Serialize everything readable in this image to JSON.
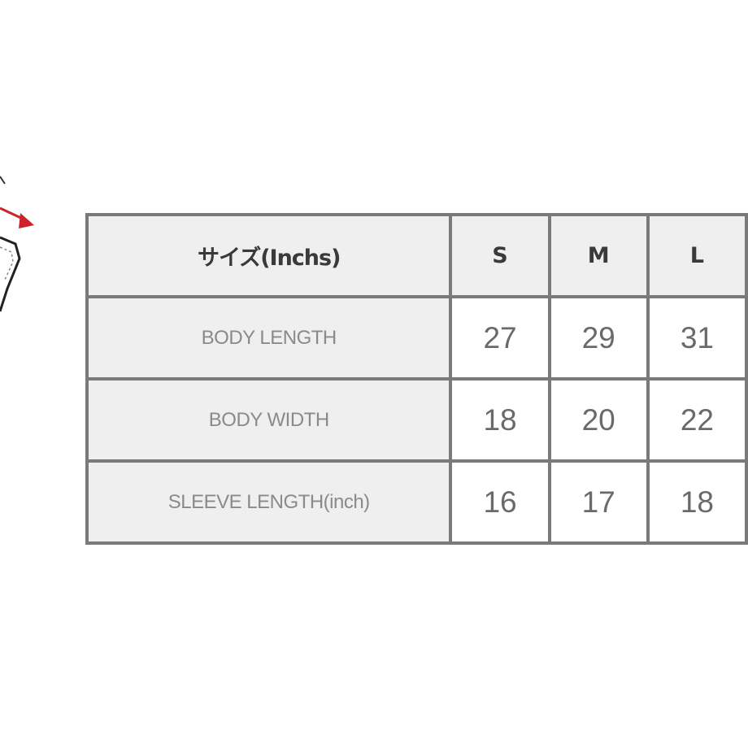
{
  "table": {
    "header": {
      "label": "サイズ(Inchs)",
      "sizes": [
        "S",
        "M",
        "L"
      ]
    },
    "rows": [
      {
        "label": "BODY LENGTH",
        "values": [
          "27",
          "29",
          "31"
        ]
      },
      {
        "label": "BODY WIDTH",
        "values": [
          "18",
          "20",
          "22"
        ]
      },
      {
        "label": "SLEEVE LENGTH(inch)",
        "values": [
          "16",
          "17",
          "18"
        ]
      }
    ]
  },
  "colors": {
    "border": "#7a7a7a",
    "header_bg": "#efefef",
    "arrow": "#d0202a"
  },
  "icons": {
    "diagram": "shirt-diagram-icon",
    "arrow": "red-arrow-icon"
  }
}
